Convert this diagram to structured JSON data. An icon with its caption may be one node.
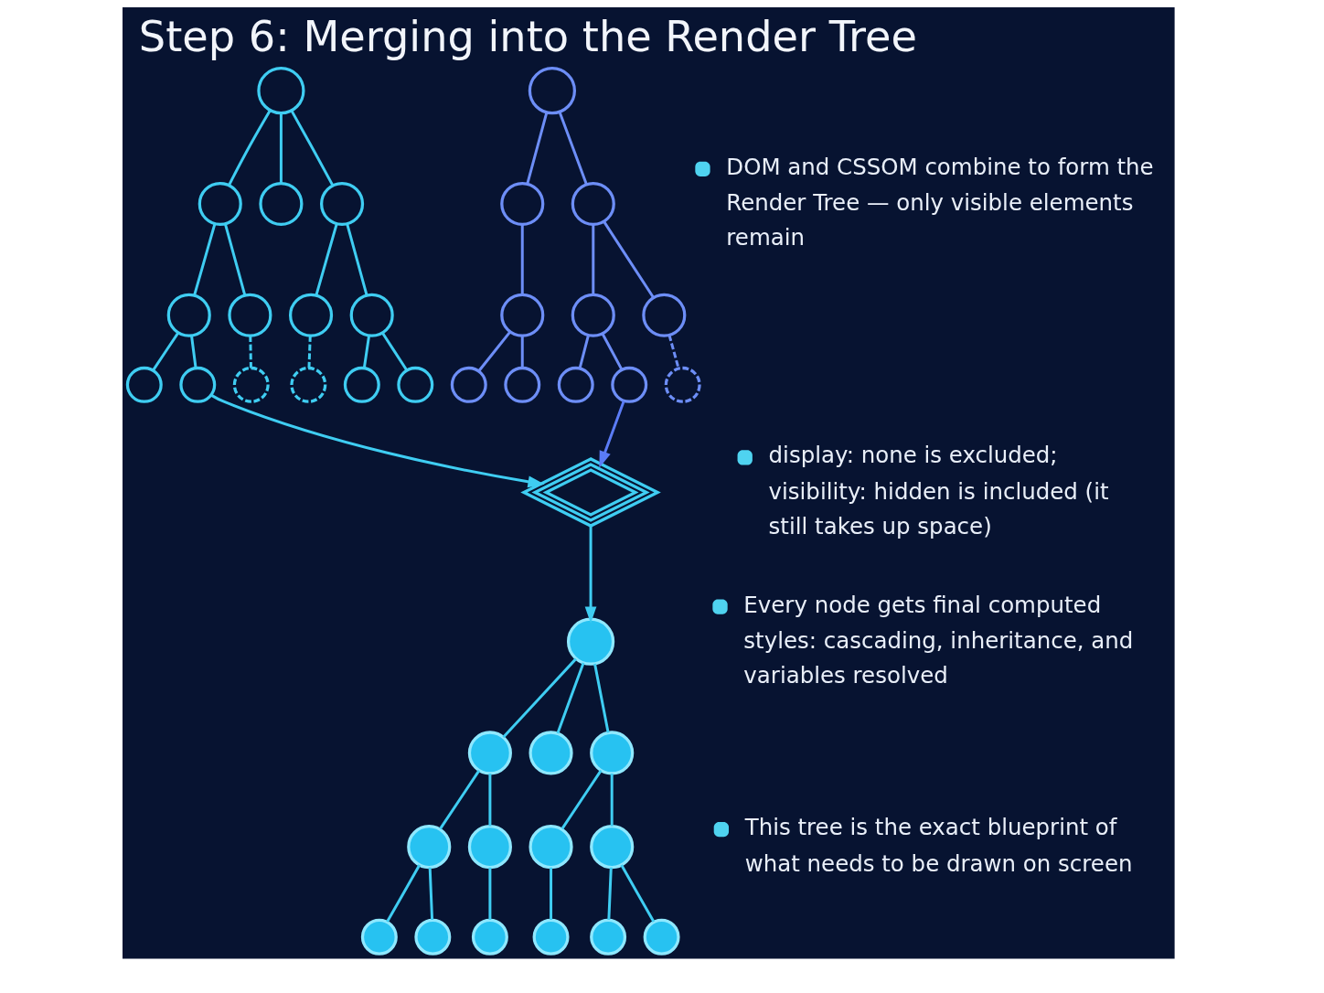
{
  "diagram": {
    "title": "Step 6: Merging into the Render Tree",
    "nodes": [
      {
        "text": [],
        "shape": "circle"
      },
      {
        "text": [],
        "shape": "circle"
      },
      {
        "text": [],
        "shape": "circle"
      },
      {
        "text": [],
        "shape": "circle"
      },
      {
        "text": [],
        "shape": "circle"
      },
      {
        "text": [],
        "shape": "circle"
      },
      {
        "text": [],
        "shape": "circle"
      },
      {
        "text": [],
        "shape": "circle"
      },
      {
        "text": [],
        "shape": "circle"
      },
      {
        "text": [],
        "shape": "circle"
      },
      {
        "text": [],
        "shape": "circle"
      },
      {
        "text": [],
        "shape": "circle"
      },
      {
        "text": [],
        "shape": "circle"
      },
      {
        "text": [],
        "shape": "circle"
      },
      {
        "text": [],
        "shape": "circle"
      },
      {
        "text": [],
        "shape": "circle"
      },
      {
        "text": [],
        "shape": "circle"
      },
      {
        "text": [],
        "shape": "circle"
      },
      {
        "text": [],
        "shape": "circle"
      },
      {
        "text": [],
        "shape": "circle"
      },
      {
        "text": [],
        "shape": "circle"
      },
      {
        "text": [],
        "shape": "circle"
      },
      {
        "text": [],
        "shape": "circle"
      },
      {
        "text": [],
        "shape": "circle"
      },
      {
        "text": [],
        "shape": "circle"
      },
      {
        "text": [],
        "shape": "layers"
      },
      {
        "text": [],
        "shape": "circle"
      },
      {
        "text": [],
        "shape": "circle"
      },
      {
        "text": [],
        "shape": "circle"
      },
      {
        "text": [],
        "shape": "circle"
      },
      {
        "text": [],
        "shape": "circle"
      },
      {
        "text": [],
        "shape": "circle"
      },
      {
        "text": [],
        "shape": "circle"
      },
      {
        "text": [],
        "shape": "circle"
      },
      {
        "text": [],
        "shape": "circle"
      },
      {
        "text": [],
        "shape": "circle"
      },
      {
        "text": [],
        "shape": "circle"
      },
      {
        "text": [],
        "shape": "circle"
      },
      {
        "text": [],
        "shape": "circle"
      },
      {
        "text": [],
        "shape": "circle"
      }
    ],
    "edges": [
      {
        "from": 0,
        "to": 1,
        "arrow": "none"
      },
      {
        "from": 0,
        "to": 2,
        "arrow": "none"
      },
      {
        "from": 0,
        "to": 3,
        "arrow": "none"
      },
      {
        "from": 1,
        "to": 4,
        "arrow": "none"
      },
      {
        "from": 1,
        "to": 5,
        "arrow": "none"
      },
      {
        "from": 3,
        "to": 6,
        "arrow": "none"
      },
      {
        "from": 3,
        "to": 7,
        "arrow": "none"
      },
      {
        "from": 4,
        "to": 8,
        "arrow": "none"
      },
      {
        "from": 4,
        "to": 9,
        "arrow": "none"
      },
      {
        "from": 5,
        "to": 10,
        "arrow": "none",
        "style": "dashed"
      },
      {
        "from": 6,
        "to": 11,
        "arrow": "none",
        "style": "dashed"
      },
      {
        "from": 7,
        "to": 12,
        "arrow": "none"
      },
      {
        "from": 7,
        "to": 13,
        "arrow": "none"
      },
      {
        "from": 14,
        "to": 15,
        "arrow": "none",
        "color": "#6d8ef7"
      },
      {
        "from": 14,
        "to": 16,
        "arrow": "none",
        "color": "#6d8ef7"
      },
      {
        "from": 15,
        "to": 17,
        "arrow": "none",
        "color": "#6d8ef7"
      },
      {
        "from": 16,
        "to": 18,
        "arrow": "none",
        "color": "#6d8ef7"
      },
      {
        "from": 16,
        "to": 19,
        "arrow": "none",
        "color": "#6d8ef7"
      },
      {
        "from": 17,
        "to": 20,
        "arrow": "none",
        "color": "#6d8ef7"
      },
      {
        "from": 17,
        "to": 21,
        "arrow": "none",
        "color": "#6d8ef7"
      },
      {
        "from": 18,
        "to": 22,
        "arrow": "none",
        "color": "#6d8ef7"
      },
      {
        "from": 18,
        "to": 23,
        "arrow": "none",
        "color": "#6d8ef7"
      },
      {
        "from": 19,
        "to": 24,
        "arrow": "none",
        "style": "dashed",
        "color": "#6d8ef7"
      },
      {
        "from": 9,
        "to": 25,
        "arrow": "to"
      },
      {
        "from": 23,
        "to": 25,
        "arrow": "to",
        "color": "#5b7cf6"
      },
      {
        "from": 25,
        "to": 26,
        "arrow": "to"
      },
      {
        "from": 26,
        "to": 27,
        "arrow": "none"
      },
      {
        "from": 26,
        "to": 28,
        "arrow": "none"
      },
      {
        "from": 26,
        "to": 29,
        "arrow": "none"
      },
      {
        "from": 27,
        "to": 30,
        "arrow": "none"
      },
      {
        "from": 27,
        "to": 31,
        "arrow": "none"
      },
      {
        "from": 29,
        "to": 32,
        "arrow": "none"
      },
      {
        "from": 29,
        "to": 33,
        "arrow": "none"
      },
      {
        "from": 30,
        "to": 34,
        "arrow": "none"
      },
      {
        "from": 30,
        "to": 35,
        "arrow": "none"
      },
      {
        "from": 31,
        "to": 36,
        "arrow": "none"
      },
      {
        "from": 32,
        "to": 37,
        "arrow": "none"
      },
      {
        "from": 33,
        "to": 38,
        "arrow": "none"
      },
      {
        "from": 33,
        "to": 39,
        "arrow": "none"
      }
    ],
    "labels": [
      "DOM and CSSOM combine to form the Render Tree — only visible elements remain",
      "display: none is excluded; visibility: hidden is included (it still takes up space)",
      "Every node gets final computed styles: cascading, inheritance, and variables resolved",
      "This tree is the exact blueprint of what needs to be drawn on screen"
    ]
  }
}
